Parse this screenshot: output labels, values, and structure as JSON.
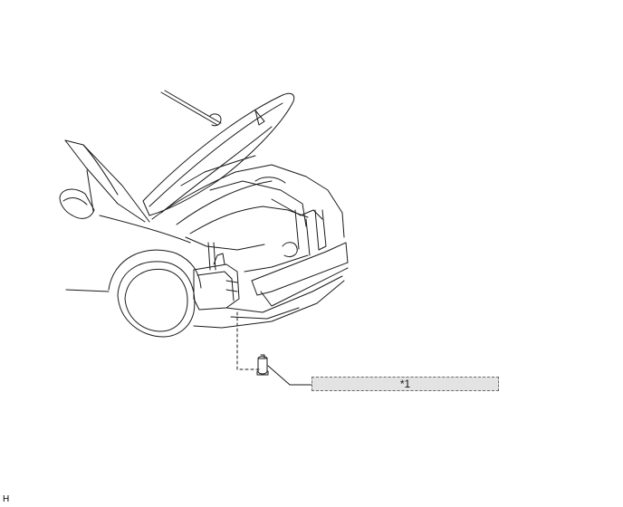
{
  "callouts": [
    {
      "id": "1",
      "label": "*1"
    }
  ],
  "figure_code": "H",
  "colors": {
    "line": "#1a1a1a",
    "callout_fill": "#e3e3e3",
    "callout_border": "#6a6a6a"
  }
}
